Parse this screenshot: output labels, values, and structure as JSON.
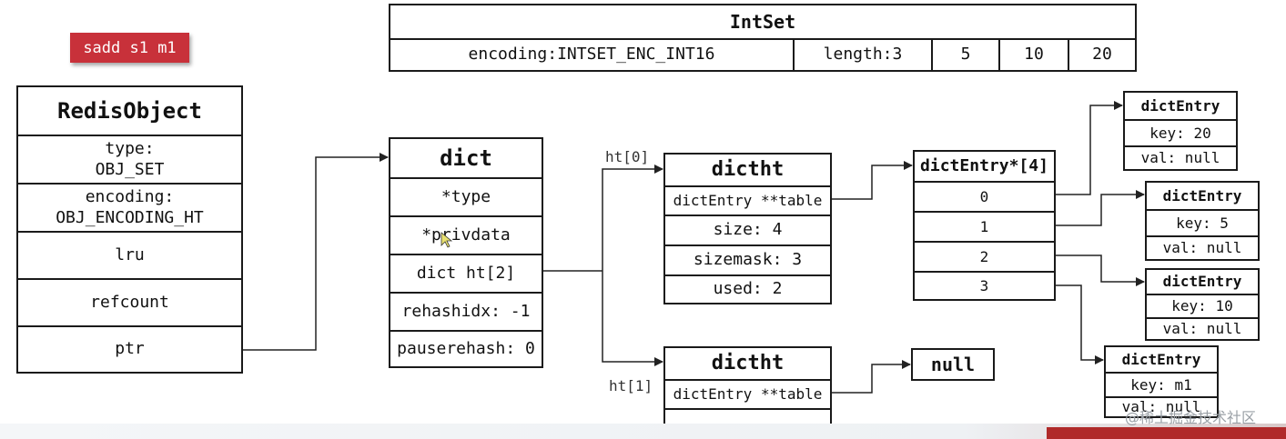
{
  "command": "sadd s1 m1",
  "intset": {
    "title": "IntSet",
    "encoding": "encoding:INTSET_ENC_INT16",
    "length": "length:3",
    "values": [
      "5",
      "10",
      "20"
    ]
  },
  "redis_object": {
    "title": "RedisObject",
    "type": "type:\nOBJ_SET",
    "encoding": "encoding:\nOBJ_ENCODING_HT",
    "lru": "lru",
    "refcount": "refcount",
    "ptr": "ptr"
  },
  "dict": {
    "title": "dict",
    "fields": [
      "*type",
      "*privdata",
      "dict ht[2]",
      "rehashidx: -1",
      "pauserehash: 0"
    ]
  },
  "ht0": {
    "label": "ht[0]",
    "title": "dictht",
    "fields": [
      "dictEntry **table",
      "size: 4",
      "sizemask: 3",
      "used: 2"
    ]
  },
  "ht1": {
    "label": "ht[1]",
    "title": "dictht",
    "fields": [
      "dictEntry **table",
      "..."
    ]
  },
  "null_box": "null",
  "table_array": {
    "title": "dictEntry*[4]",
    "slots": [
      "0",
      "1",
      "2",
      "3"
    ]
  },
  "entries": [
    {
      "title": "dictEntry",
      "key": "key: 20",
      "val": "val: null"
    },
    {
      "title": "dictEntry",
      "key": "key: 5",
      "val": "val: null"
    },
    {
      "title": "dictEntry",
      "key": "key: 10",
      "val": "val: null"
    },
    {
      "title": "dictEntry",
      "key": "key: m1",
      "val": "val: null"
    }
  ],
  "watermark": "@稀土掘金技术社区"
}
